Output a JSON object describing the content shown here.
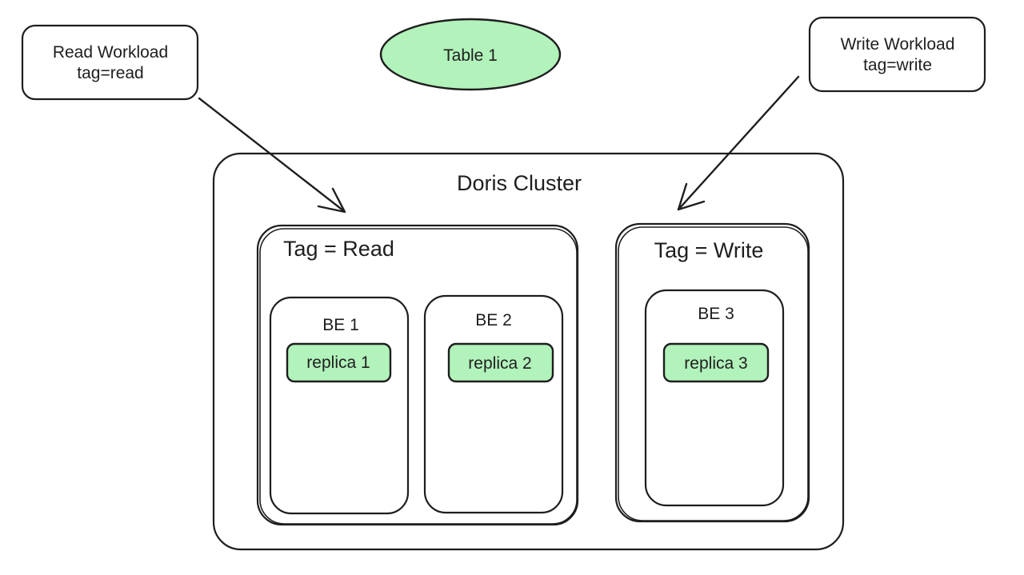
{
  "colors": {
    "stroke": "#1e1e1e",
    "node_fill": "#b2f2bb",
    "background": "#ffffff"
  },
  "table": {
    "label": "Table 1"
  },
  "read_workload": {
    "line1": "Read Workload",
    "line2": "tag=read"
  },
  "write_workload": {
    "line1": "Write Workload",
    "line2": "tag=write"
  },
  "cluster": {
    "title": "Doris Cluster"
  },
  "tag_read": {
    "title": "Tag = Read",
    "backends": [
      {
        "label": "BE 1",
        "replica": "replica 1"
      },
      {
        "label": "BE 2",
        "replica": "replica 2"
      }
    ]
  },
  "tag_write": {
    "title": "Tag = Write",
    "backends": [
      {
        "label": "BE 3",
        "replica": "replica 3"
      }
    ]
  }
}
